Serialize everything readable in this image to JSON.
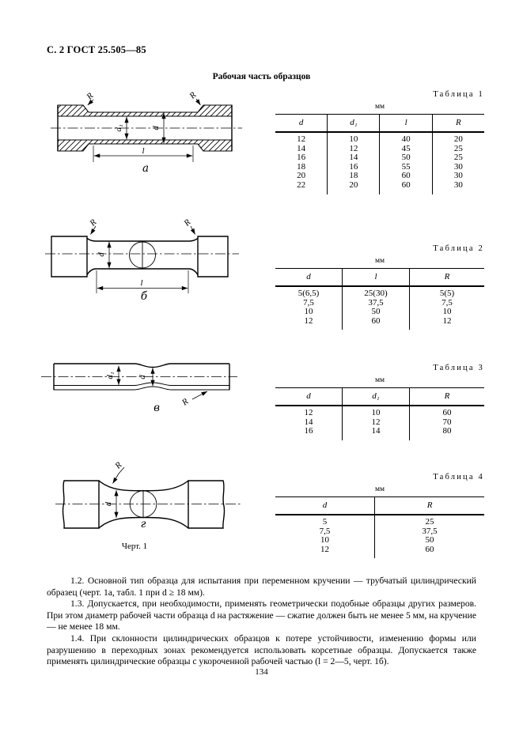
{
  "page": {
    "header": "С. 2 ГОСТ 25.505—85",
    "title": "Рабочая часть образцов",
    "figure_caption": "Черт. 1",
    "page_number": "134"
  },
  "figures": {
    "a": {
      "label": "а",
      "r_left": "R",
      "r_right": "R",
      "d1": "d₁",
      "d": "d",
      "l": "l"
    },
    "b": {
      "label": "б",
      "r_left": "R",
      "r_right": "R",
      "d": "d",
      "l": "l"
    },
    "v": {
      "label": "в",
      "r": "R",
      "d1": "d₁",
      "d": "d"
    },
    "g": {
      "label": "г",
      "r": "R",
      "d": "d"
    }
  },
  "tables": [
    {
      "caption": "Таблица 1",
      "unit": "мм",
      "columns": [
        "d",
        "d₁",
        "l",
        "R"
      ],
      "rows": [
        [
          "12",
          "10",
          "40",
          "20"
        ],
        [
          "14",
          "12",
          "45",
          "25"
        ],
        [
          "16",
          "14",
          "50",
          "25"
        ],
        [
          "18",
          "16",
          "55",
          "30"
        ],
        [
          "20",
          "18",
          "60",
          "30"
        ],
        [
          "22",
          "20",
          "60",
          "30"
        ]
      ]
    },
    {
      "caption": "Таблица 2",
      "unit": "мм",
      "columns": [
        "d",
        "l",
        "R"
      ],
      "rows": [
        [
          "5(6,5)",
          "25(30)",
          "5(5)"
        ],
        [
          "7,5",
          "37,5",
          "7,5"
        ],
        [
          "10",
          "50",
          "10"
        ],
        [
          "12",
          "60",
          "12"
        ]
      ]
    },
    {
      "caption": "Таблица 3",
      "unit": "мм",
      "columns": [
        "d",
        "d₁",
        "R"
      ],
      "rows": [
        [
          "12",
          "10",
          "60"
        ],
        [
          "14",
          "12",
          "70"
        ],
        [
          "16",
          "14",
          "80"
        ]
      ]
    },
    {
      "caption": "Таблица 4",
      "unit": "мм",
      "columns": [
        "d",
        "R"
      ],
      "rows": [
        [
          "5",
          "25"
        ],
        [
          "7,5",
          "37,5"
        ],
        [
          "10",
          "50"
        ],
        [
          "12",
          "60"
        ]
      ]
    }
  ],
  "paragraphs": [
    "1.2.  Основной тип образца для испытания при переменном кручении — трубчатый цилиндрический образец (черт. 1а, табл. 1 при d ≥ 18 мм).",
    "1.3.  Допускается, при необходимости, применять геометрически подобные образцы других размеров. При этом диаметр рабочей части образца d на растяжение — сжатие должен быть не менее 5 мм, на кручение — не менее 18 мм.",
    "1.4.  При склонности цилиндрических образцов к потере устойчивости, изменению формы или разрушению в переходных зонах рекомендуется использовать корсетные образцы. Допускается также применять цилиндрические образцы с укороченной рабочей частью (l = 2—5, черт. 1б)."
  ]
}
